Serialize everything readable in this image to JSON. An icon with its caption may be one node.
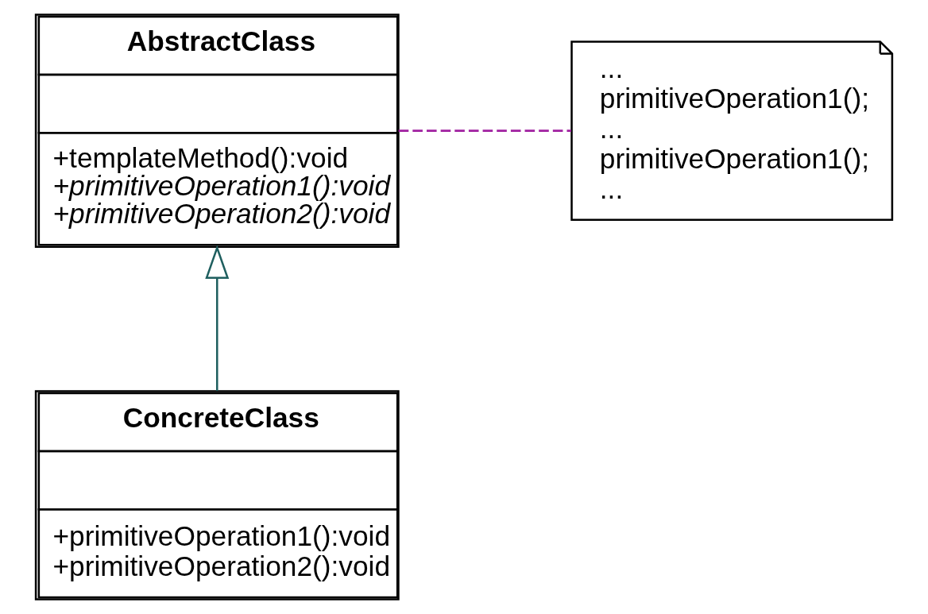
{
  "diagram": {
    "nodes": [
      {
        "text": [
          "AbstractClass",
          "+templateMethod():void",
          "+primitiveOperation1():void",
          "+primitiveOperation2():void"
        ]
      },
      {
        "text": [
          "... primitiveOperation1(); ... primitiveOperation1(); ..."
        ]
      },
      {
        "text": [
          "ConcreteClass",
          "+primitiveOperation1():void",
          "+primitiveOperation2():void"
        ]
      }
    ],
    "edges": [
      {
        "from": 2,
        "to": 0,
        "arrow": "to",
        "color": "#1f5f5f"
      },
      {
        "from": 0,
        "to": 1,
        "arrow": "none",
        "style": "dashed",
        "color": "#a020a0"
      }
    ]
  }
}
